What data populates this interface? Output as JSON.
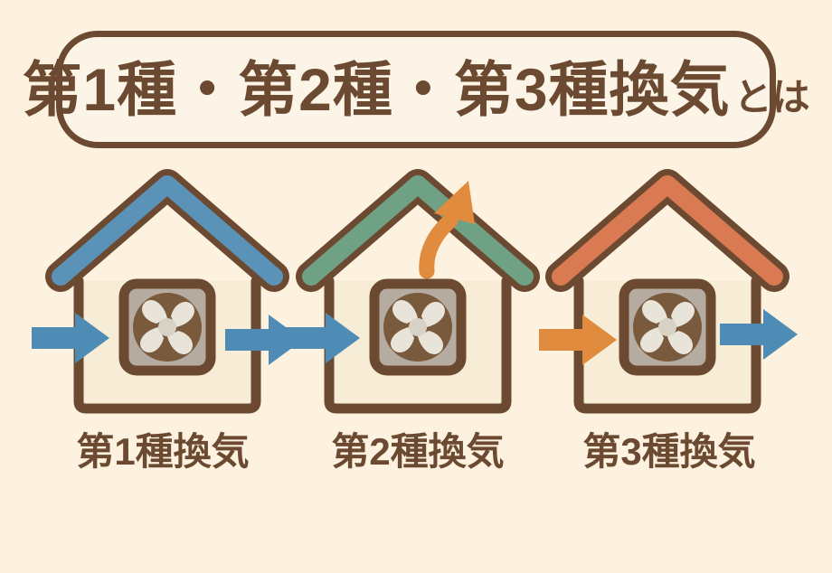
{
  "page": {
    "background_color": "#fdf2e0",
    "outline_color": "#6b4a31"
  },
  "title": {
    "main": "第1種・第2種・第3種換気",
    "suffix": "とは",
    "full": "第1種・第2種・第3種換気とは",
    "text_color": "#6b4a31",
    "box_fill": "#fcf4e6",
    "box_border_color": "#6b4a31"
  },
  "colors": {
    "brown_outline": "#6b4a31",
    "wall_fill": "#f7ecd5",
    "roof_blue": "#5b93b8",
    "roof_green": "#6fa284",
    "roof_terracotta": "#d97a52",
    "arrow_blue": "#4e8cb5",
    "arrow_orange": "#e08b3e",
    "fan_panel_fill": "#b5aba0",
    "fan_disc": "#7a5a3c",
    "fan_blade": "#e8e4da",
    "fan_hub": "#d8d2c6"
  },
  "diagrams": [
    {
      "id": "type-1",
      "caption": "第1種換気",
      "roof_color": "#5b93b8",
      "roof_color_name": "blue",
      "intake": {
        "present": true,
        "color": "#4e8cb5",
        "color_name": "blue",
        "style": "straight",
        "direction": "right",
        "side": "left",
        "meaning": "mechanical supply"
      },
      "exhaust": {
        "present": true,
        "color": "#4e8cb5",
        "color_name": "blue",
        "style": "straight",
        "direction": "right",
        "side": "right",
        "meaning": "mechanical exhaust"
      },
      "roof_arrow": {
        "present": false
      },
      "fan": {
        "present": true,
        "blades": 4
      }
    },
    {
      "id": "type-2",
      "caption": "第2種換気",
      "roof_color": "#6fa284",
      "roof_color_name": "green",
      "intake": {
        "present": true,
        "color": "#4e8cb5",
        "color_name": "blue",
        "style": "straight",
        "direction": "right",
        "side": "left",
        "meaning": "mechanical supply"
      },
      "exhaust": {
        "present": false
      },
      "roof_arrow": {
        "present": true,
        "color": "#e08b3e",
        "color_name": "orange",
        "style": "curved",
        "direction": "up-right",
        "meaning": "natural exhaust through roof"
      },
      "fan": {
        "present": true,
        "blades": 4
      }
    },
    {
      "id": "type-3",
      "caption": "第3種換気",
      "roof_color": "#d97a52",
      "roof_color_name": "terracotta",
      "intake": {
        "present": true,
        "color": "#e08b3e",
        "color_name": "orange",
        "style": "straight",
        "direction": "right",
        "side": "left",
        "meaning": "natural supply"
      },
      "exhaust": {
        "present": true,
        "color": "#4e8cb5",
        "color_name": "blue",
        "style": "straight",
        "direction": "right",
        "side": "right",
        "meaning": "mechanical exhaust"
      },
      "roof_arrow": {
        "present": false
      },
      "fan": {
        "present": true,
        "blades": 4
      }
    }
  ]
}
